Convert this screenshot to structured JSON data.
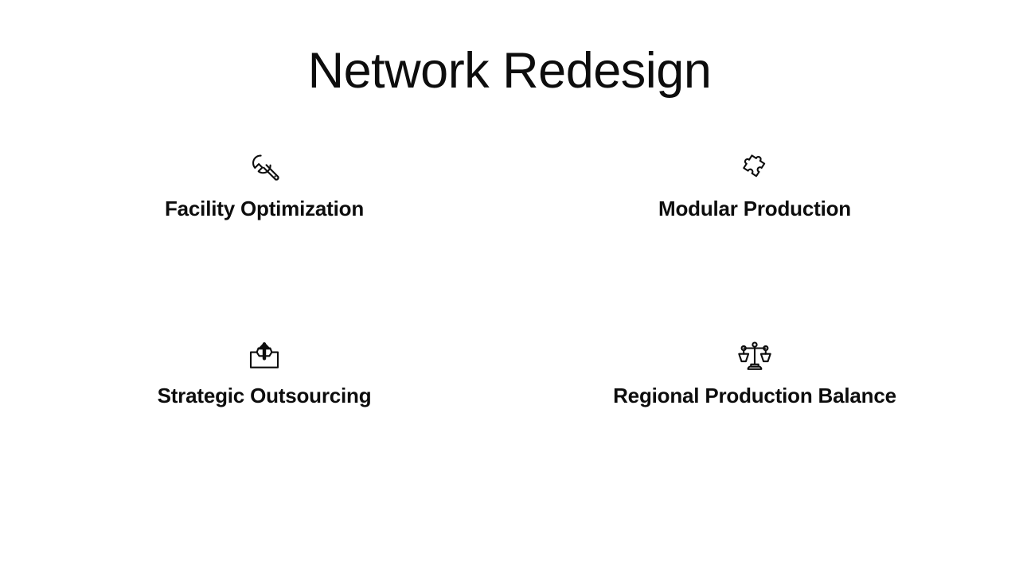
{
  "slide": {
    "title": "Network Redesign",
    "background_color": "#ffffff",
    "text_color": "#0d0d0d",
    "items": [
      {
        "label": "Facility Optimization",
        "icon": "wrench-icon",
        "position": "top-left"
      },
      {
        "label": "Modular Production",
        "icon": "puzzle-piece-icon",
        "position": "top-right"
      },
      {
        "label": "Strategic Outsourcing",
        "icon": "outbox-upload-tray-icon",
        "position": "bottom-left"
      },
      {
        "label": "Regional Production Balance",
        "icon": "balance-scales-icon",
        "position": "bottom-right"
      }
    ]
  }
}
